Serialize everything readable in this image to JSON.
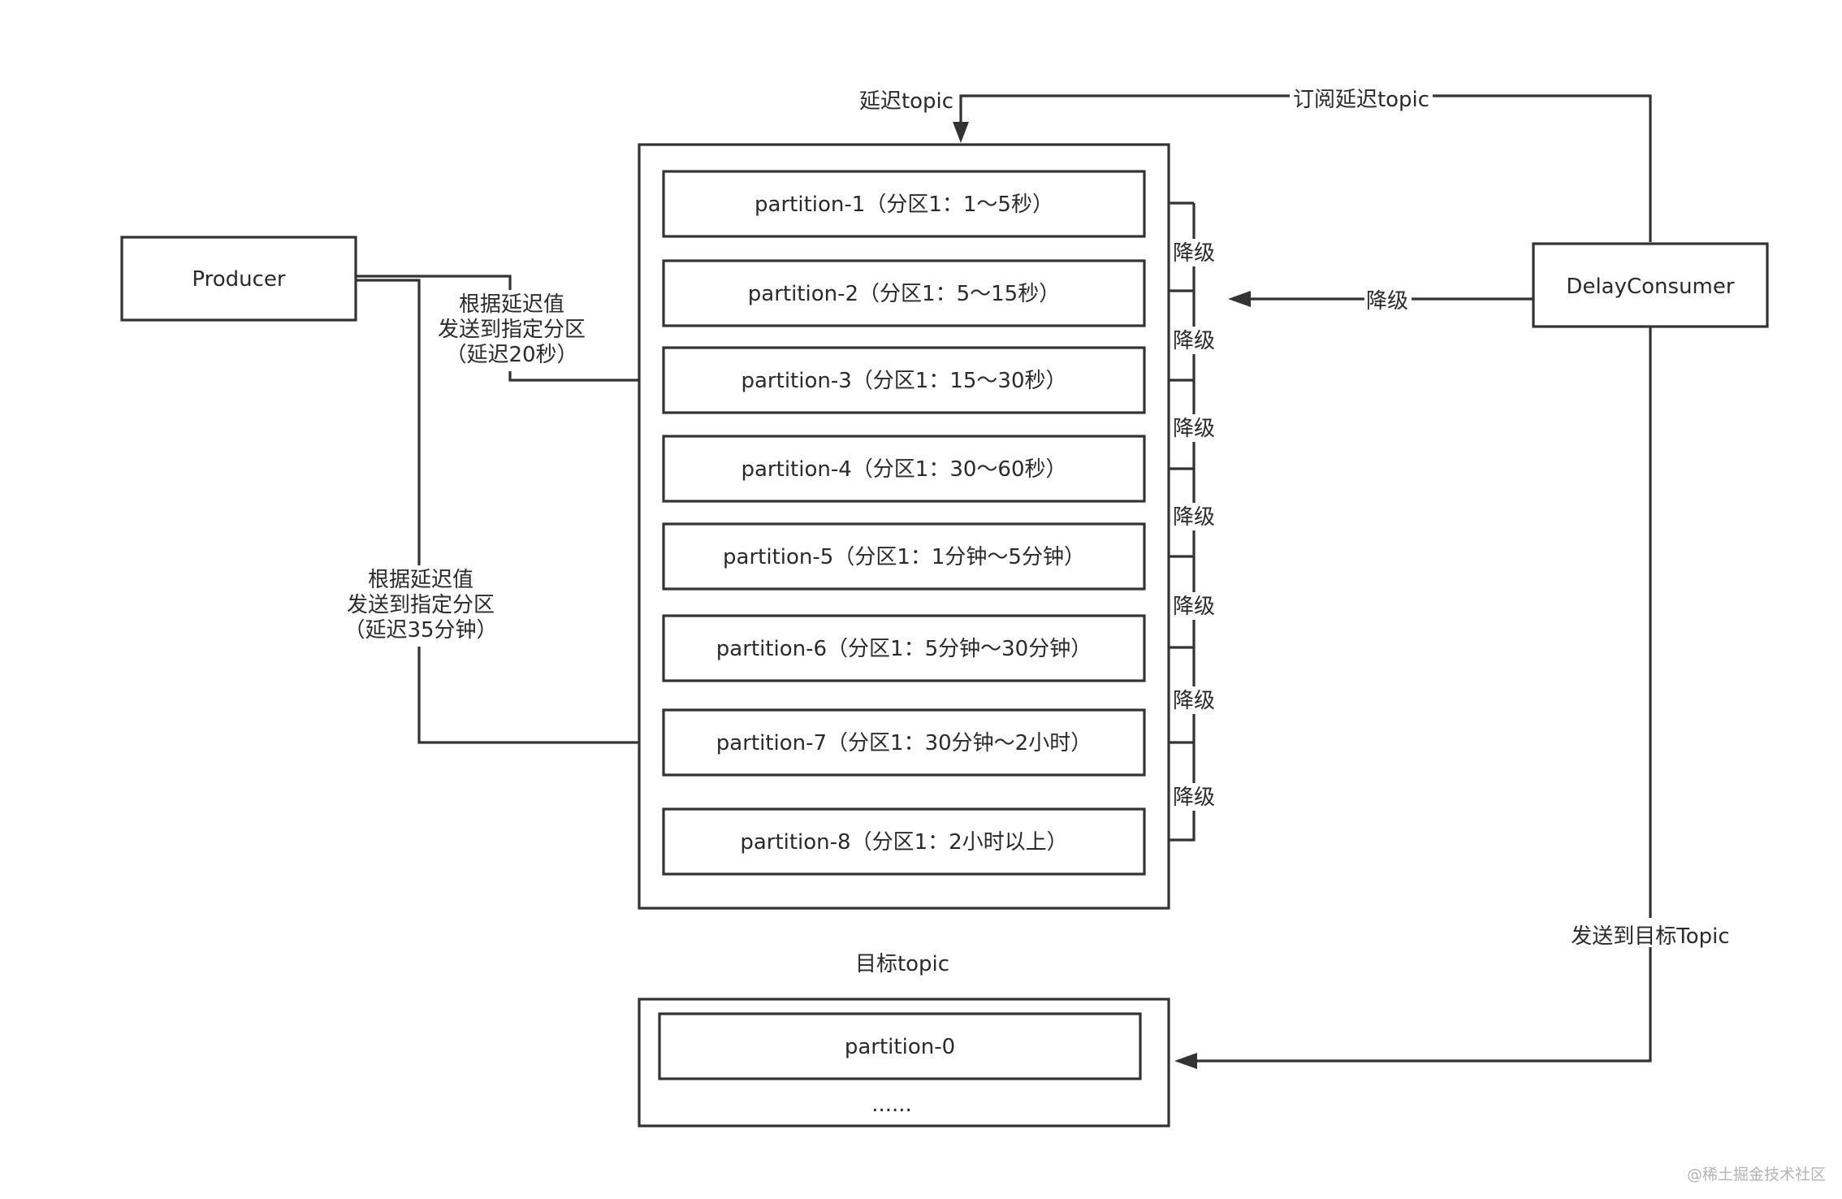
{
  "producer": "Producer",
  "consumer": "DelayConsumer",
  "delay_topic": {
    "title": "延迟topic",
    "partitions": [
      "partition-1（分区1：1～5秒）",
      "partition-2（分区1：5～15秒）",
      "partition-3（分区1：15～30秒）",
      "partition-4（分区1：30～60秒）",
      "partition-5（分区1：1分钟～5分钟）",
      "partition-6（分区1：5分钟～30分钟）",
      "partition-7（分区1：30分钟～2小时）",
      "partition-8（分区1：2小时以上）"
    ]
  },
  "target_topic": {
    "title": "目标topic",
    "partition": "partition-0",
    "more": "......"
  },
  "edges": {
    "subscribe": "订阅延迟topic",
    "downgrade": "降级",
    "send_target": "发送到目标Topic",
    "send_20s": [
      "根据延迟值",
      "发送到指定分区",
      "（延迟20秒）"
    ],
    "send_35m": [
      "根据延迟值",
      "发送到指定分区",
      "（延迟35分钟）"
    ]
  },
  "watermark": "@稀土掘金技术社区"
}
